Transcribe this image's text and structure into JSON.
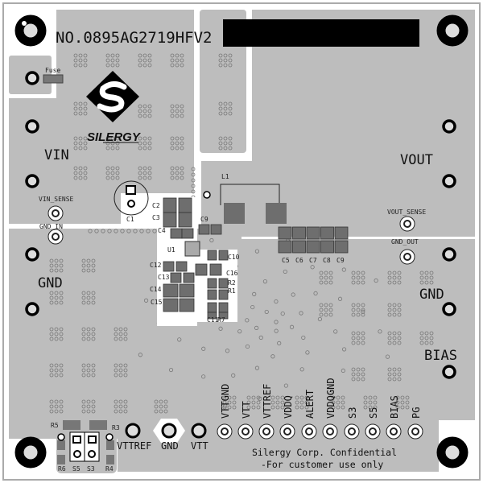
{
  "board": {
    "part_number": "NO.0895AG2719HFV2",
    "logo_text": "SILERGY",
    "confidential_line1": "Silergy Corp. Confidential",
    "confidential_line2": "-For customer use only",
    "colors": {
      "plane": "#bdbdbd",
      "silk": "#111111",
      "pad": "#6e6e6e",
      "background": "#ffffff"
    }
  },
  "power_labels": {
    "vin": "VIN",
    "vout": "VOUT",
    "gnd_left": "GND",
    "gnd_right": "GND",
    "bias": "BIAS"
  },
  "sense_labels": {
    "vin_sense": "VIN_SENSE",
    "gnd_in": "GND_IN",
    "vout_sense": "VOUT_SENSE",
    "gnd_out": "GND_OUT"
  },
  "components": {
    "fuse": "Fuse",
    "l1": "L1",
    "c1": "C1",
    "c2": "C2",
    "c3": "C3",
    "c4": "C4",
    "c9top": "C9",
    "u1": "U1",
    "c10": "C10",
    "c12": "C12",
    "c13": "C13",
    "c14": "C14",
    "c15": "C15",
    "c16": "C16",
    "r2": "R2",
    "r1": "R1",
    "c11": "C11",
    "r7": "R7",
    "c5": "C5",
    "c6": "C6",
    "c7": "C7",
    "c8": "C8",
    "c9": "C9",
    "r5": "R5",
    "r3": "R3",
    "r6": "R6",
    "s5": "S5",
    "s3": "S3",
    "r4": "R4"
  },
  "bottom_pins": [
    "VTTGND",
    "VTT",
    "VTTREF",
    "VDDQ",
    "ALERT",
    "VDDQGND",
    "S3",
    "S5",
    "BIAS",
    "PG"
  ],
  "left_pins": {
    "vttref": "VTTREF",
    "gnd": "GND",
    "vtt": "VTT"
  }
}
